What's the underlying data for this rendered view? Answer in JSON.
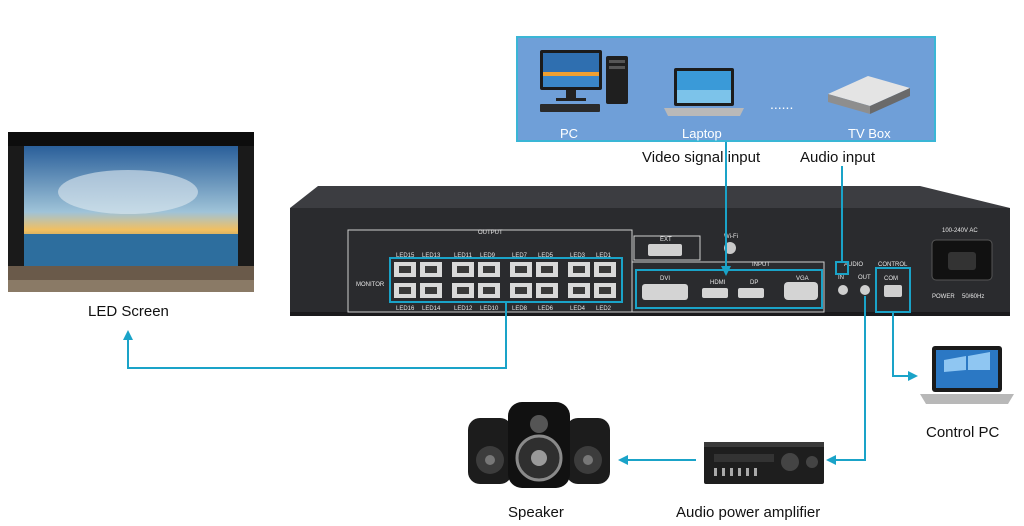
{
  "sources": {
    "pc_label": "PC",
    "laptop_label": "Laptop",
    "ellipsis": "......",
    "tvbox_label": "TV Box"
  },
  "captions": {
    "video_signal_input": "Video signal input",
    "audio_input": "Audio input",
    "led_screen": "LED Screen",
    "control_pc": "Control PC",
    "speaker": "Speaker",
    "audio_power_amplifier": "Audio power amplifier"
  },
  "device": {
    "output_label": "OUTPUT",
    "monitor_label": "MONITOR",
    "top_port_labels": [
      "LED15",
      "LED13",
      "LED11",
      "LED9",
      "LED7",
      "LED5",
      "LED3",
      "LED1"
    ],
    "bottom_port_labels": [
      "LED16",
      "LED14",
      "LED12",
      "LED10",
      "LED8",
      "LED6",
      "LED4",
      "LED2"
    ],
    "ext_label": "EXT",
    "wifi_label": "Wi-Fi",
    "input_label": "INPUT",
    "dvi_label": "DVI",
    "hdmi_label": "HDMI",
    "dp_label": "DP",
    "vga_label": "VGA",
    "audio_label": "AUDIO",
    "in_label": "IN",
    "out_label": "OUT",
    "control_label": "CONTROL",
    "com_label": "COM",
    "power_rating_label": "100-240V AC",
    "power_label": "POWER",
    "freq_label": "50/60Hz"
  },
  "colors": {
    "connector": "#1aa3c8",
    "panel_fill": "#6f9fd8",
    "panel_border": "#3ab6d6",
    "device_body": "#2a2b2e"
  },
  "icons": [
    "pc-icon",
    "laptop-icon",
    "tv-box-icon",
    "led-screen-image",
    "speaker-icon",
    "amplifier-icon",
    "control-pc-icon"
  ]
}
